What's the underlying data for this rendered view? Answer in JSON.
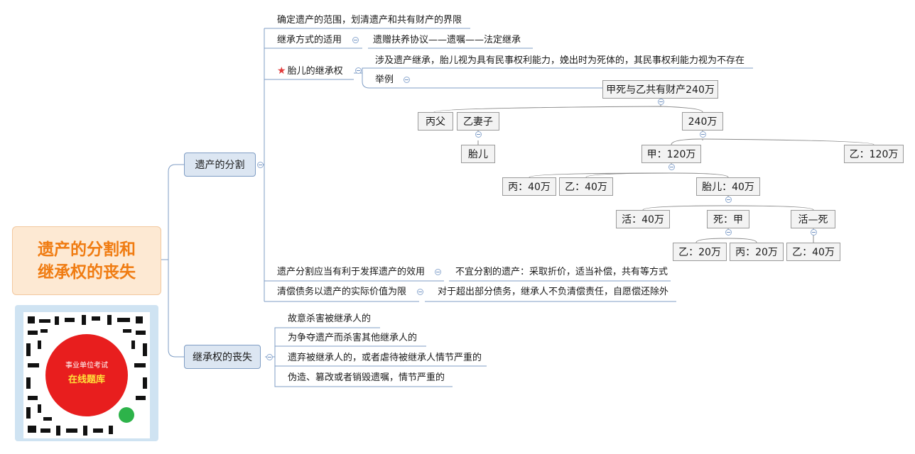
{
  "root": {
    "line1": "遗产的分割和",
    "line2": "继承权的丧失"
  },
  "qr": {
    "line1": "事业单位考试",
    "line2": "在线题库"
  },
  "colors": {
    "root_text": "#f07c12",
    "root_bg": "#fde9d3",
    "branch_bg": "#dce6f2",
    "line": "#7f9dc4",
    "star": "#e23b3b"
  },
  "branch_a": {
    "label": "遗产的分割",
    "items": {
      "scope": "确定遗产的范围，划清遗产和共有财产的界限",
      "method": "继承方式的适用",
      "method_detail": "遗赠扶养协议——遗嘱——法定继承",
      "fetus": "胎儿的继承权",
      "fetus_detail": "涉及遗产继承，胎儿视为具有民事权利能力，娩出时为死体的，其民事权利能力视为不存在",
      "example": "举例",
      "division": "遗产分割应当有利于发挥遗产的效用",
      "division_detail": "不宜分割的遗产：采取折价，适当补偿，共有等方式",
      "debt": "清偿债务以遗产的实际价值为限",
      "debt_detail": "对于超出部分债务，继承人不负清偿责任，自愿偿还除外"
    },
    "tree": {
      "top": "甲死与乙共有财产240万",
      "bing_father": "丙父",
      "yi_wife": "乙妻子",
      "fetus": "胎儿",
      "amount": "240万",
      "jia": "甲：120万",
      "yi_half": "乙：120万",
      "bing40": "丙：40万",
      "yi40": "乙：40万",
      "fetus40": "胎儿：40万",
      "alive40": "活：40万",
      "dead_jia": "死：甲",
      "alive_dead": "活—死",
      "yi20": "乙：20万",
      "bing20": "丙：20万",
      "yi40b": "乙：40万"
    }
  },
  "branch_b": {
    "label": "继承权的丧失",
    "items": [
      "故意杀害被继承人的",
      "为争夺遗产而杀害其他继承人的",
      "遗弃被继承人的，或者虐待被继承人情节严重的",
      "伪造、篡改或者销毁遗嘱，情节严重的"
    ]
  }
}
